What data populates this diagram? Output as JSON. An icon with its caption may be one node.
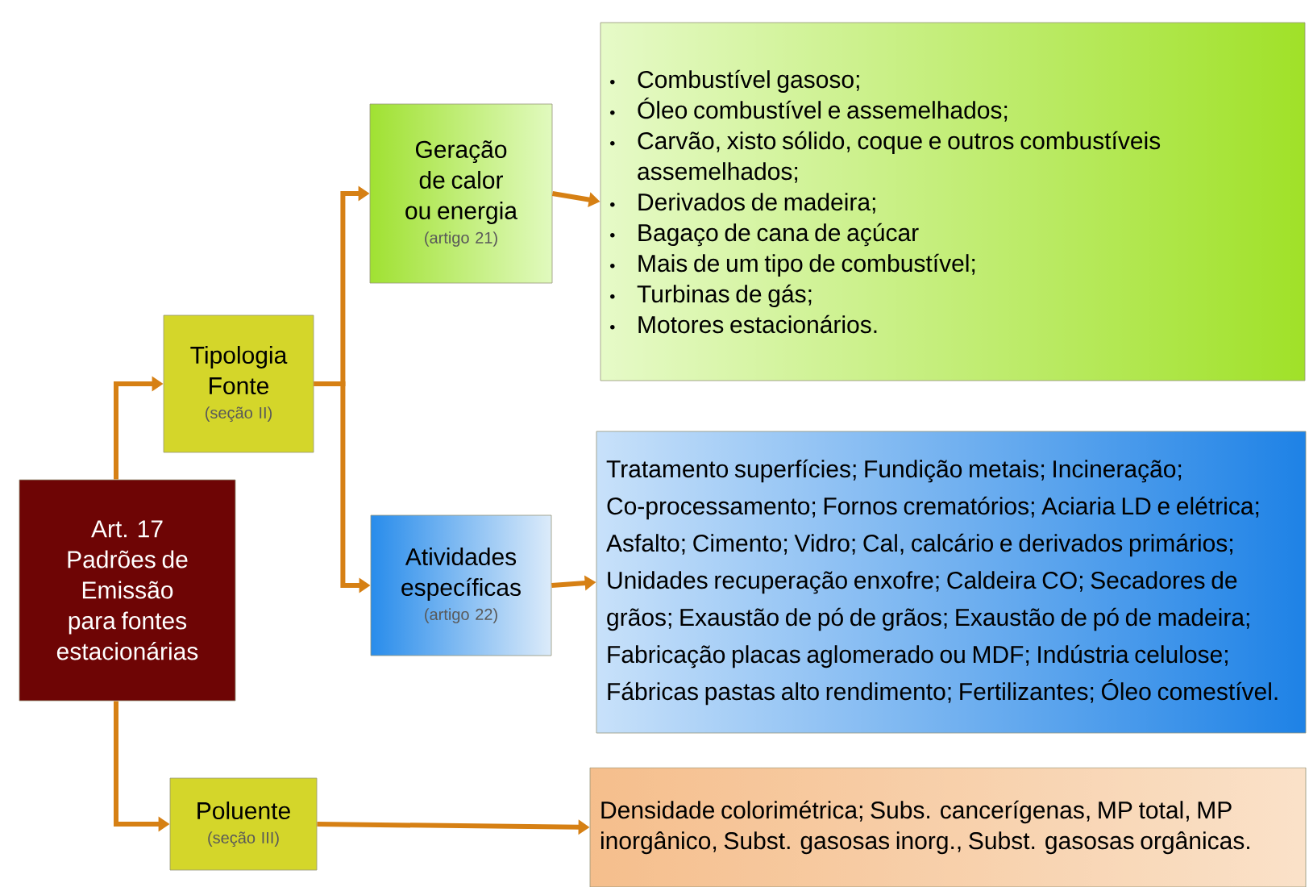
{
  "diagram": {
    "nodes": [
      {
        "text": [
          "Art. 17",
          "Padrões de Emissão para fontes estacionárias"
        ]
      },
      {
        "text": [
          "Tipologia Fonte",
          "(seção II)"
        ]
      },
      {
        "text": [
          "Geração de calor ou energia",
          "(artigo 21)"
        ]
      },
      {
        "text": [
          "Combustível gasoso;",
          "Óleo combustível e assemelhados;",
          "Carvão, xisto sólido, coque e outros combustíveis assemelhados;",
          "Derivados de madeira;",
          "Bagaço de cana de açúcar",
          "Mais de um tipo de combustível;",
          "Turbinas de gás;",
          "Motores estacionários."
        ]
      },
      {
        "text": [
          "Atividades específicas",
          "(artigo 22)"
        ]
      },
      {
        "text": [
          "Tratamento superfícies; Fundição metais; Incineração; Co-processamento; Fornos crematórios; Aciaria LD e elétrica; Asfalto; Cimento; Vidro; Cal, calcário e derivados primários; Unidades recuperação enxofre; Caldeira CO; Secadores de grãos; Exaustão de pó de grãos; Exaustão de pó de madeira; Fabricação placas aglomerado ou MDF; Indústria celulose; Fábricas pastas alto rendimento; Fertilizantes; Óleo comestível."
        ]
      },
      {
        "text": [
          "Poluente",
          "(seção III)"
        ]
      },
      {
        "text": [
          "Densidade colorimétrica; Subs. cancerígenas, MP total, MP inorgânico, Subst. gasosas inorg., Subst. gasosas orgânicas."
        ]
      }
    ],
    "edges": [
      {
        "from": 0,
        "to": 1,
        "arrow": "to"
      },
      {
        "from": 1,
        "to": 2,
        "arrow": "to"
      },
      {
        "from": 1,
        "to": 4,
        "arrow": "to"
      },
      {
        "from": 2,
        "to": 3,
        "arrow": "to"
      },
      {
        "from": 4,
        "to": 5,
        "arrow": "to"
      },
      {
        "from": 0,
        "to": 6,
        "arrow": "to"
      },
      {
        "from": 6,
        "to": 7,
        "arrow": "to"
      }
    ]
  }
}
